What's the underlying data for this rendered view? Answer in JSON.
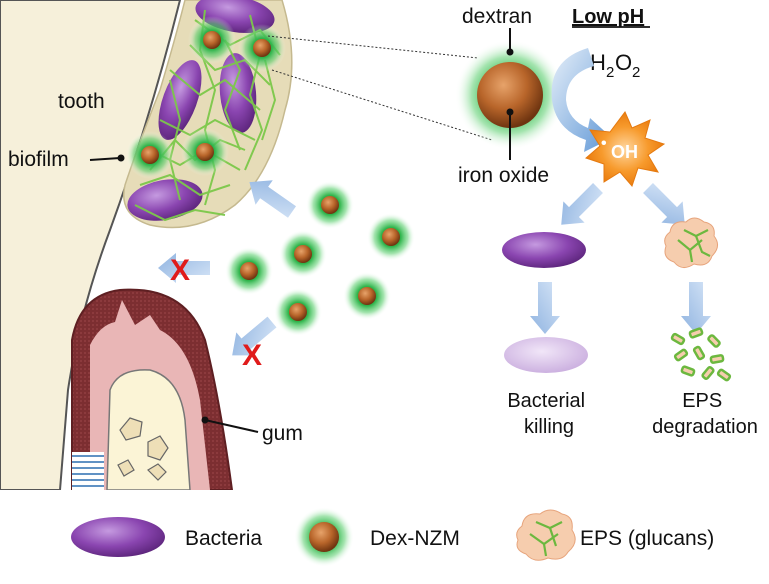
{
  "labels": {
    "tooth": "tooth",
    "biofilm": "biofilm",
    "gum": "gum",
    "dextran": "dextran",
    "iron_oxide": "iron oxide",
    "low_ph": "Low pH",
    "h2o2_main": "H",
    "h2o2_sub1": "2",
    "h2o2_o": "O",
    "h2o2_sub2": "2",
    "radical_dot": "•",
    "radical_text": "OH",
    "bacterial_killing_line1": "Bacterial",
    "bacterial_killing_line2": "killing",
    "eps_degradation_line1": "EPS",
    "eps_degradation_line2": "degradation",
    "blocked_mark": "X"
  },
  "legend": [
    {
      "label": "Bacteria",
      "icon": "bacteria-icon"
    },
    {
      "label": "Dex-NZM",
      "icon": "nanozyme-icon"
    },
    {
      "label": "EPS (glucans)",
      "icon": "eps-icon"
    }
  ],
  "colors": {
    "tooth": "#f6f0da",
    "biofilm": "#e6dcb8",
    "bacteria": "#7a3c9c",
    "bacteria_light": "#cdb3e0",
    "eps_fiber": "#7cc84a",
    "iron_core": "#b8652a",
    "dextran_glow": "#2db34a",
    "gum": "#7c2e31",
    "arrow": "#8fb3e0",
    "radical": "#f59a2b",
    "blocked": "#e01b1b"
  }
}
